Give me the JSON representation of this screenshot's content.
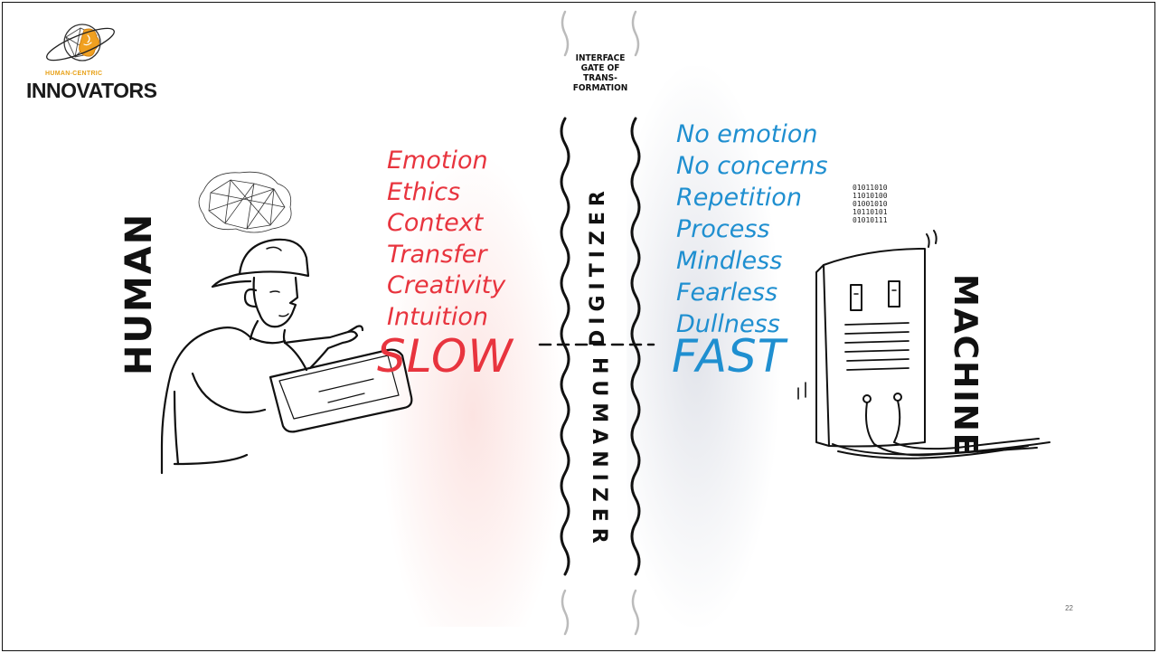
{
  "logo": {
    "tagline": "HUMAN-CENTRIC",
    "name": "INNOVATORS"
  },
  "gate": {
    "lines": [
      "INTERFACE",
      "GATE OF",
      "TRANS-",
      "FORMATION"
    ]
  },
  "divider": {
    "upper_label": "DIGITIZER",
    "lower_label": "HUMANIZER"
  },
  "human": {
    "label": "HUMAN",
    "traits": [
      "Emotion",
      "Ethics",
      "Context",
      "Transfer",
      "Creativity",
      "Intuition"
    ],
    "speed": "SLOW",
    "color": "#e8343e"
  },
  "machine": {
    "label": "MACHINE",
    "traits": [
      "No emotion",
      "No concerns",
      "Repetition",
      "Process",
      "Mindless",
      "Fearless",
      "Dullness"
    ],
    "speed": "FAST",
    "color": "#1f8fd0",
    "binary_lines": [
      "01011010",
      "11010100",
      "01001010",
      "10110101",
      "01010111"
    ]
  },
  "icons": [
    "globe-brain-logo-icon",
    "brain-mesh-icon",
    "person-with-tablet-illustration",
    "machine-cabinet-illustration"
  ],
  "page_number": "22"
}
